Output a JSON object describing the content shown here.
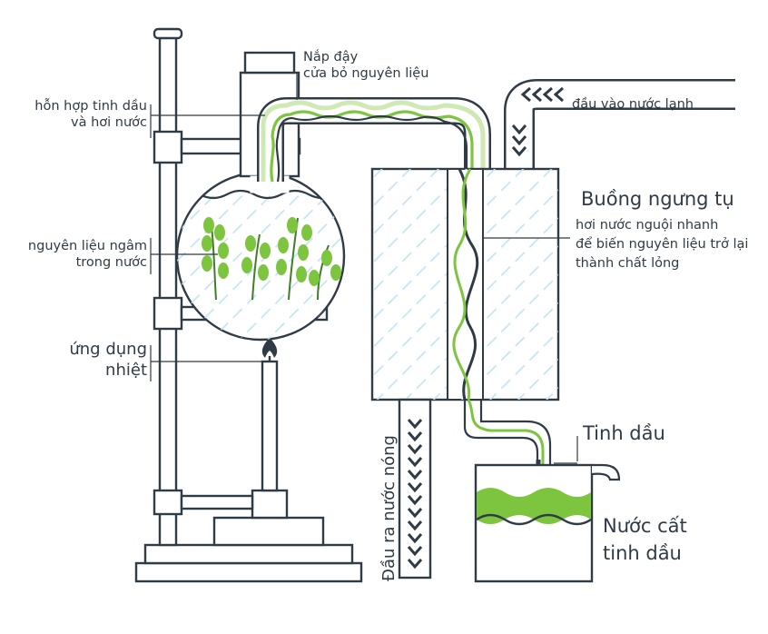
{
  "labels": {
    "lid": [
      "Nắp đậy",
      "cửa bỏ nguyên liệu"
    ],
    "vapor_mix": [
      "hỗn hợp tinh dầu",
      "và hơi nước"
    ],
    "soaked_material": [
      "nguyên liệu ngâm",
      "trong nước"
    ],
    "heat": [
      "ứng dụng",
      "nhiệt"
    ],
    "cold_water_in": "đầu vào nước lạnh",
    "condenser_title": "Buồng ngưng tụ",
    "condenser_desc": [
      "hơi nước nguội nhanh",
      "để biến nguyên liệu trở lại",
      "thành chất lỏng"
    ],
    "hot_water_out": "Đầu ra nước nóng",
    "essential_oil": "Tinh dầu",
    "distilled_water": [
      "Nước cất",
      "tinh dầu"
    ]
  },
  "colors": {
    "outline": "#2f3b45",
    "green": "#7dc53f",
    "dark_green": "#3f7d2b",
    "glass_line": "#bfe3f2"
  }
}
